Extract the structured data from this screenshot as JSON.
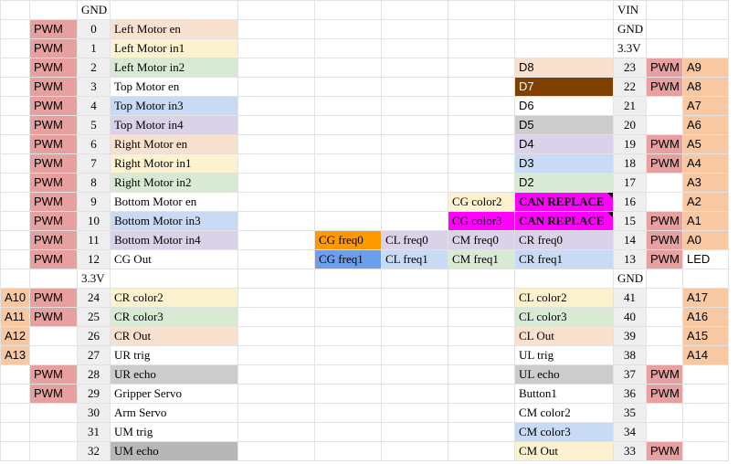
{
  "colors": {
    "pwm": "#e6a0a0",
    "peach": "#f9e1cf",
    "yellow": "#fdf2d0",
    "green": "#d9ead4",
    "blue": "#c9daf5",
    "lavender": "#dad2e9",
    "gray": "#cccccc",
    "darkgray": "#b7b7b7",
    "analog": "#f7c8a2",
    "brown": "#7f4000",
    "magenta": "#ff00ff",
    "orange": "#ff9900",
    "midblue": "#6d9eeb",
    "number": "#efefef"
  },
  "columns": [
    32,
    52,
    36,
    140,
    84,
    73,
    73,
    73,
    108,
    36,
    40,
    50
  ],
  "rows": [
    [
      "",
      "",
      {
        "t": "GND"
      },
      "",
      "",
      "",
      "",
      "",
      "",
      {
        "t": "VIN"
      },
      "",
      ""
    ],
    [
      "",
      {
        "t": "PWM",
        "bg": "pwm",
        "f": "sans"
      },
      {
        "t": "0",
        "c": "num"
      },
      {
        "t": "Left Motor en",
        "bg": "peach"
      },
      "",
      "",
      "",
      "",
      "",
      {
        "t": "GND"
      },
      "",
      ""
    ],
    [
      "",
      {
        "t": "PWM",
        "bg": "pwm",
        "f": "sans"
      },
      {
        "t": "1",
        "c": "num"
      },
      {
        "t": "Left Motor in1",
        "bg": "yellow"
      },
      "",
      "",
      "",
      "",
      "",
      {
        "t": "3.3V"
      },
      "",
      ""
    ],
    [
      "",
      {
        "t": "PWM",
        "bg": "pwm",
        "f": "sans"
      },
      {
        "t": "2",
        "c": "num"
      },
      {
        "t": "Left Motor in2",
        "bg": "green"
      },
      "",
      "",
      "",
      "",
      {
        "t": "D8",
        "bg": "peach",
        "f": "sans"
      },
      {
        "t": "23",
        "c": "num"
      },
      {
        "t": "PWM",
        "bg": "pwm",
        "f": "sans"
      },
      {
        "t": "A9",
        "bg": "analog",
        "f": "sans"
      }
    ],
    [
      "",
      {
        "t": "PWM",
        "bg": "pwm",
        "f": "sans"
      },
      {
        "t": "3",
        "c": "num"
      },
      {
        "t": "Top Motor en"
      },
      "",
      "",
      "",
      "",
      {
        "t": "D7",
        "bg": "brown",
        "fg": "#ffffff",
        "f": "sans"
      },
      {
        "t": "22",
        "c": "num"
      },
      {
        "t": "PWM",
        "bg": "pwm",
        "f": "sans"
      },
      {
        "t": "A8",
        "bg": "analog",
        "f": "sans"
      }
    ],
    [
      "",
      {
        "t": "PWM",
        "bg": "pwm",
        "f": "sans"
      },
      {
        "t": "4",
        "c": "num"
      },
      {
        "t": "Top Motor in3",
        "bg": "blue"
      },
      "",
      "",
      "",
      "",
      {
        "t": "D6",
        "f": "sans"
      },
      {
        "t": "21",
        "c": "num"
      },
      "",
      {
        "t": "A7",
        "bg": "analog",
        "f": "sans"
      }
    ],
    [
      "",
      {
        "t": "PWM",
        "bg": "pwm",
        "f": "sans"
      },
      {
        "t": "5",
        "c": "num"
      },
      {
        "t": "Top Motor in4",
        "bg": "lavender"
      },
      "",
      "",
      "",
      "",
      {
        "t": "D5",
        "bg": "gray",
        "f": "sans"
      },
      {
        "t": "20",
        "c": "num"
      },
      "",
      {
        "t": "A6",
        "bg": "analog",
        "f": "sans"
      }
    ],
    [
      "",
      {
        "t": "PWM",
        "bg": "pwm",
        "f": "sans"
      },
      {
        "t": "6",
        "c": "num"
      },
      {
        "t": "Right Motor en",
        "bg": "peach"
      },
      "",
      "",
      "",
      "",
      {
        "t": "D4",
        "bg": "lavender",
        "f": "sans"
      },
      {
        "t": "19",
        "c": "num"
      },
      {
        "t": "PWM",
        "bg": "pwm",
        "f": "sans"
      },
      {
        "t": "A5",
        "bg": "analog",
        "f": "sans"
      }
    ],
    [
      "",
      {
        "t": "PWM",
        "bg": "pwm",
        "f": "sans"
      },
      {
        "t": "7",
        "c": "num"
      },
      {
        "t": "Right Motor in1",
        "bg": "yellow"
      },
      "",
      "",
      "",
      "",
      {
        "t": "D3",
        "bg": "blue",
        "f": "sans"
      },
      {
        "t": "18",
        "c": "num"
      },
      {
        "t": "PWM",
        "bg": "pwm",
        "f": "sans"
      },
      {
        "t": "A4",
        "bg": "analog",
        "f": "sans"
      }
    ],
    [
      "",
      {
        "t": "PWM",
        "bg": "pwm",
        "f": "sans"
      },
      {
        "t": "8",
        "c": "num"
      },
      {
        "t": "Right Motor in2",
        "bg": "green"
      },
      "",
      "",
      "",
      "",
      {
        "t": "D2",
        "bg": "green",
        "f": "sans"
      },
      {
        "t": "17",
        "c": "num"
      },
      "",
      {
        "t": "A3",
        "bg": "analog",
        "f": "sans"
      }
    ],
    [
      "",
      {
        "t": "PWM",
        "bg": "pwm",
        "f": "sans"
      },
      {
        "t": "9",
        "c": "num"
      },
      {
        "t": "Bottom Motor en"
      },
      "",
      "",
      "",
      {
        "t": "CG color2",
        "bg": "yellow"
      },
      {
        "t": "CAN REPLACE",
        "bg": "magenta",
        "b": true,
        "flag": true
      },
      {
        "t": "16",
        "c": "num"
      },
      "",
      {
        "t": "A2",
        "bg": "analog",
        "f": "sans"
      }
    ],
    [
      "",
      {
        "t": "PWM",
        "bg": "pwm",
        "f": "sans"
      },
      {
        "t": "10",
        "c": "num"
      },
      {
        "t": "Bottom Motor in3",
        "bg": "blue"
      },
      "",
      "",
      "",
      {
        "t": "CG color3",
        "bg": "magenta"
      },
      {
        "t": "CAN REPLACE",
        "bg": "magenta",
        "b": true,
        "flag": true
      },
      {
        "t": "15",
        "c": "num"
      },
      {
        "t": "PWM",
        "bg": "pwm",
        "f": "sans"
      },
      {
        "t": "A1",
        "bg": "analog",
        "f": "sans"
      }
    ],
    [
      "",
      {
        "t": "PWM",
        "bg": "pwm",
        "f": "sans"
      },
      {
        "t": "11",
        "c": "num"
      },
      {
        "t": "Bottom Motor in4",
        "bg": "lavender"
      },
      "",
      {
        "t": "CG freq0",
        "bg": "orange"
      },
      {
        "t": "CL freq0",
        "bg": "lavender"
      },
      {
        "t": "CM freq0",
        "bg": "lavender"
      },
      {
        "t": "CR freq0",
        "bg": "lavender"
      },
      {
        "t": "14",
        "c": "num"
      },
      {
        "t": "PWM",
        "bg": "pwm",
        "f": "sans"
      },
      {
        "t": "A0",
        "bg": "analog",
        "f": "sans"
      }
    ],
    [
      "",
      {
        "t": "PWM",
        "bg": "pwm",
        "f": "sans"
      },
      {
        "t": "12",
        "c": "num"
      },
      {
        "t": "CG Out"
      },
      "",
      {
        "t": "CG freq1",
        "bg": "midblue"
      },
      {
        "t": "CL freq1",
        "bg": "blue"
      },
      {
        "t": "CM freq1",
        "bg": "green"
      },
      {
        "t": "CR freq1",
        "bg": "blue"
      },
      {
        "t": "13",
        "c": "num"
      },
      {
        "t": "PWM",
        "bg": "pwm",
        "f": "sans"
      },
      {
        "t": "LED",
        "f": "sans"
      }
    ],
    [
      "",
      "",
      {
        "t": "3.3V"
      },
      "",
      "",
      "",
      "",
      "",
      "",
      {
        "t": "GND"
      },
      "",
      ""
    ],
    [
      {
        "t": "A10",
        "bg": "analog",
        "f": "sans"
      },
      {
        "t": "PWM",
        "bg": "pwm",
        "f": "sans"
      },
      {
        "t": "24",
        "c": "num"
      },
      {
        "t": "CR color2",
        "bg": "yellow"
      },
      "",
      "",
      "",
      "",
      {
        "t": "CL color2",
        "bg": "yellow"
      },
      {
        "t": "41",
        "c": "num"
      },
      "",
      {
        "t": "A17",
        "bg": "analog",
        "f": "sans"
      }
    ],
    [
      {
        "t": "A11",
        "bg": "analog",
        "f": "sans"
      },
      {
        "t": "PWM",
        "bg": "pwm",
        "f": "sans"
      },
      {
        "t": "25",
        "c": "num"
      },
      {
        "t": "CR color3",
        "bg": "green"
      },
      "",
      "",
      "",
      "",
      {
        "t": "CL color3",
        "bg": "green"
      },
      {
        "t": "40",
        "c": "num"
      },
      "",
      {
        "t": "A16",
        "bg": "analog",
        "f": "sans"
      }
    ],
    [
      {
        "t": "A12",
        "bg": "analog",
        "f": "sans"
      },
      "",
      {
        "t": "26",
        "c": "num"
      },
      {
        "t": "CR Out",
        "bg": "peach"
      },
      "",
      "",
      "",
      "",
      {
        "t": "CL Out",
        "bg": "peach"
      },
      {
        "t": "39",
        "c": "num"
      },
      "",
      {
        "t": "A15",
        "bg": "analog",
        "f": "sans"
      }
    ],
    [
      {
        "t": "A13",
        "bg": "analog",
        "f": "sans"
      },
      "",
      {
        "t": "27",
        "c": "num"
      },
      {
        "t": "UR trig"
      },
      "",
      "",
      "",
      "",
      {
        "t": "UL trig"
      },
      {
        "t": "38",
        "c": "num"
      },
      "",
      {
        "t": "A14",
        "bg": "analog",
        "f": "sans"
      }
    ],
    [
      "",
      {
        "t": "PWM",
        "bg": "pwm",
        "f": "sans"
      },
      {
        "t": "28",
        "c": "num"
      },
      {
        "t": "UR echo",
        "bg": "gray"
      },
      "",
      "",
      "",
      "",
      {
        "t": "UL echo",
        "bg": "gray"
      },
      {
        "t": "37",
        "c": "num"
      },
      {
        "t": "PWM",
        "bg": "pwm",
        "f": "sans"
      },
      ""
    ],
    [
      "",
      {
        "t": "PWM",
        "bg": "pwm",
        "f": "sans"
      },
      {
        "t": "29",
        "c": "num"
      },
      {
        "t": "Gripper Servo"
      },
      "",
      "",
      "",
      "",
      {
        "t": "Button1"
      },
      {
        "t": "36",
        "c": "num"
      },
      {
        "t": "PWM",
        "bg": "pwm",
        "f": "sans"
      },
      ""
    ],
    [
      "",
      "",
      {
        "t": "30",
        "c": "num"
      },
      {
        "t": "Arm Servo"
      },
      "",
      "",
      "",
      "",
      {
        "t": "CM color2"
      },
      {
        "t": "35",
        "c": "num"
      },
      "",
      ""
    ],
    [
      "",
      "",
      {
        "t": "31",
        "c": "num"
      },
      {
        "t": "UM trig"
      },
      "",
      "",
      "",
      "",
      {
        "t": "CM color3",
        "bg": "blue"
      },
      {
        "t": "34",
        "c": "num"
      },
      "",
      ""
    ],
    [
      "",
      "",
      {
        "t": "32",
        "c": "num"
      },
      {
        "t": "UM echo",
        "bg": "darkgray"
      },
      "",
      "",
      "",
      "",
      {
        "t": "CM Out",
        "bg": "yellow"
      },
      {
        "t": "33",
        "c": "num"
      },
      {
        "t": "PWM",
        "bg": "pwm",
        "f": "sans"
      },
      ""
    ]
  ]
}
